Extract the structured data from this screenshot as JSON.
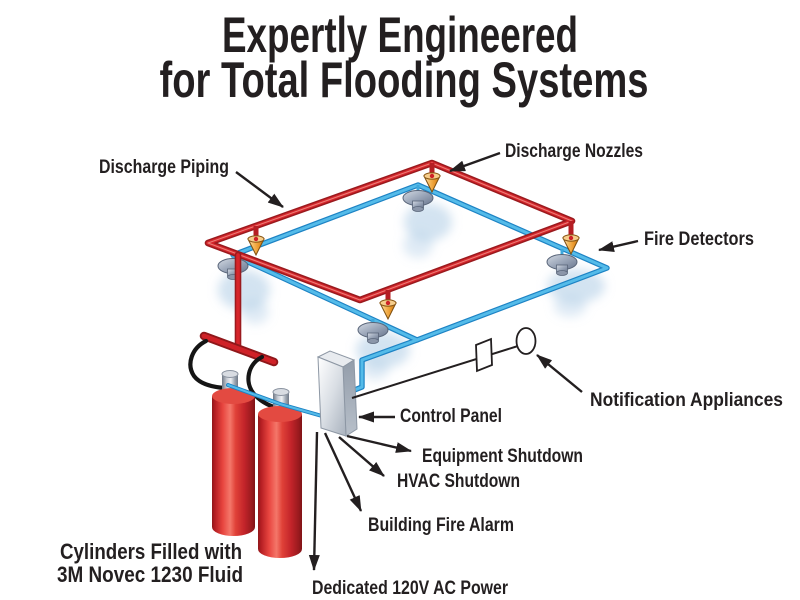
{
  "title": {
    "line1": "Expertly Engineered",
    "line2": "for Total Flooding Systems"
  },
  "labels": {
    "discharge_piping": "Discharge Piping",
    "discharge_nozzles": "Discharge Nozzles",
    "fire_detectors": "Fire Detectors",
    "notification_appliances": "Notification Appliances",
    "control_panel": "Control Panel",
    "equipment_shutdown": "Equipment Shutdown",
    "hvac_shutdown": "HVAC Shutdown",
    "building_fire_alarm": "Building Fire Alarm",
    "dedicated_power": "Dedicated 120V AC Power",
    "cylinders_line1": "Cylinders Filled with",
    "cylinders_line2": "3M Novec 1230 Fluid"
  },
  "components": {
    "discharge_nozzle_count": 4,
    "fire_detector_count": 4,
    "cylinder_count": 2,
    "notification_appliance_count": 2
  },
  "colors": {
    "pipe_red": "#d6252b",
    "pipe_blue": "#54bbe9",
    "nozzle_orange": "#f0a23c",
    "detector_gray": "#98a2b3",
    "cylinder_red": "#d6252b",
    "text": "#231f20",
    "background": "#ffffff"
  }
}
